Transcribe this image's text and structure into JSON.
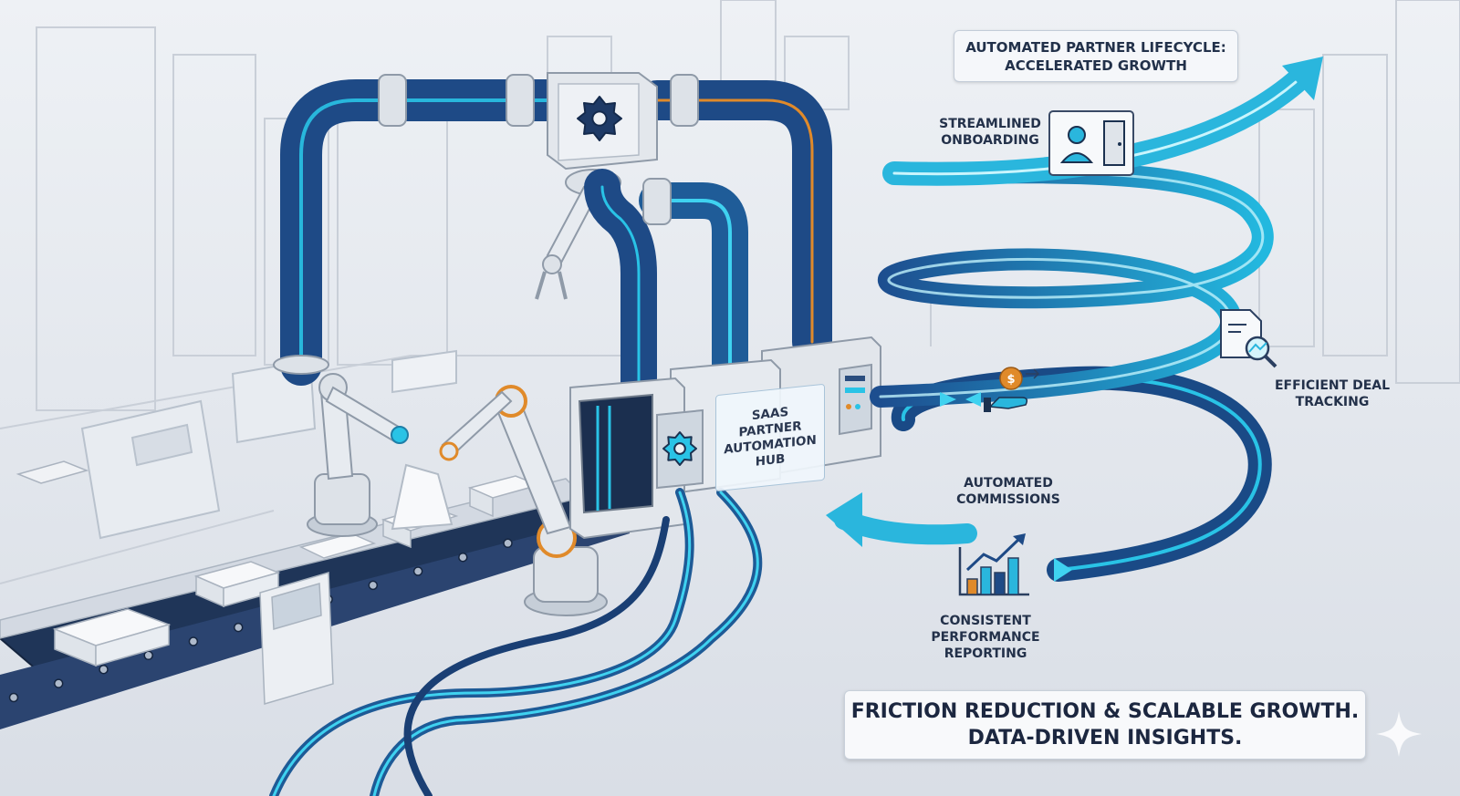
{
  "title": {
    "line1": "AUTOMATED PARTNER LIFECYCLE:",
    "line2": "ACCELERATED GROWTH"
  },
  "hub": {
    "line1": "SAAS",
    "line2": "PARTNER",
    "line3": "AUTOMATION",
    "line4": "HUB"
  },
  "stages": {
    "onboarding": {
      "line1": "STREAMLINED",
      "line2": "ONBOARDING",
      "icon": "user-door-icon"
    },
    "deal_tracking": {
      "line1": "EFFICIENT DEAL",
      "line2": "TRACKING",
      "icon": "document-magnifier-icon"
    },
    "commissions": {
      "line1": "AUTOMATED",
      "line2": "COMMISSIONS",
      "icon": "hand-coin-icon"
    },
    "reporting": {
      "line1": "CONSISTENT",
      "line2": "PERFORMANCE",
      "line3": "REPORTING",
      "icon": "bar-chart-icon"
    }
  },
  "footer": {
    "line1": "FRICTION REDUCTION & SCALABLE GROWTH.",
    "line2": "DATA-DRIVEN INSIGHTS."
  },
  "colors": {
    "background": "#e4e8ee",
    "pipe_dark": "#1e4a86",
    "pipe_glow": "#29c3e6",
    "accent_orange": "#e08a2a",
    "machine": "#dfe4ea",
    "text": "#23314a"
  }
}
